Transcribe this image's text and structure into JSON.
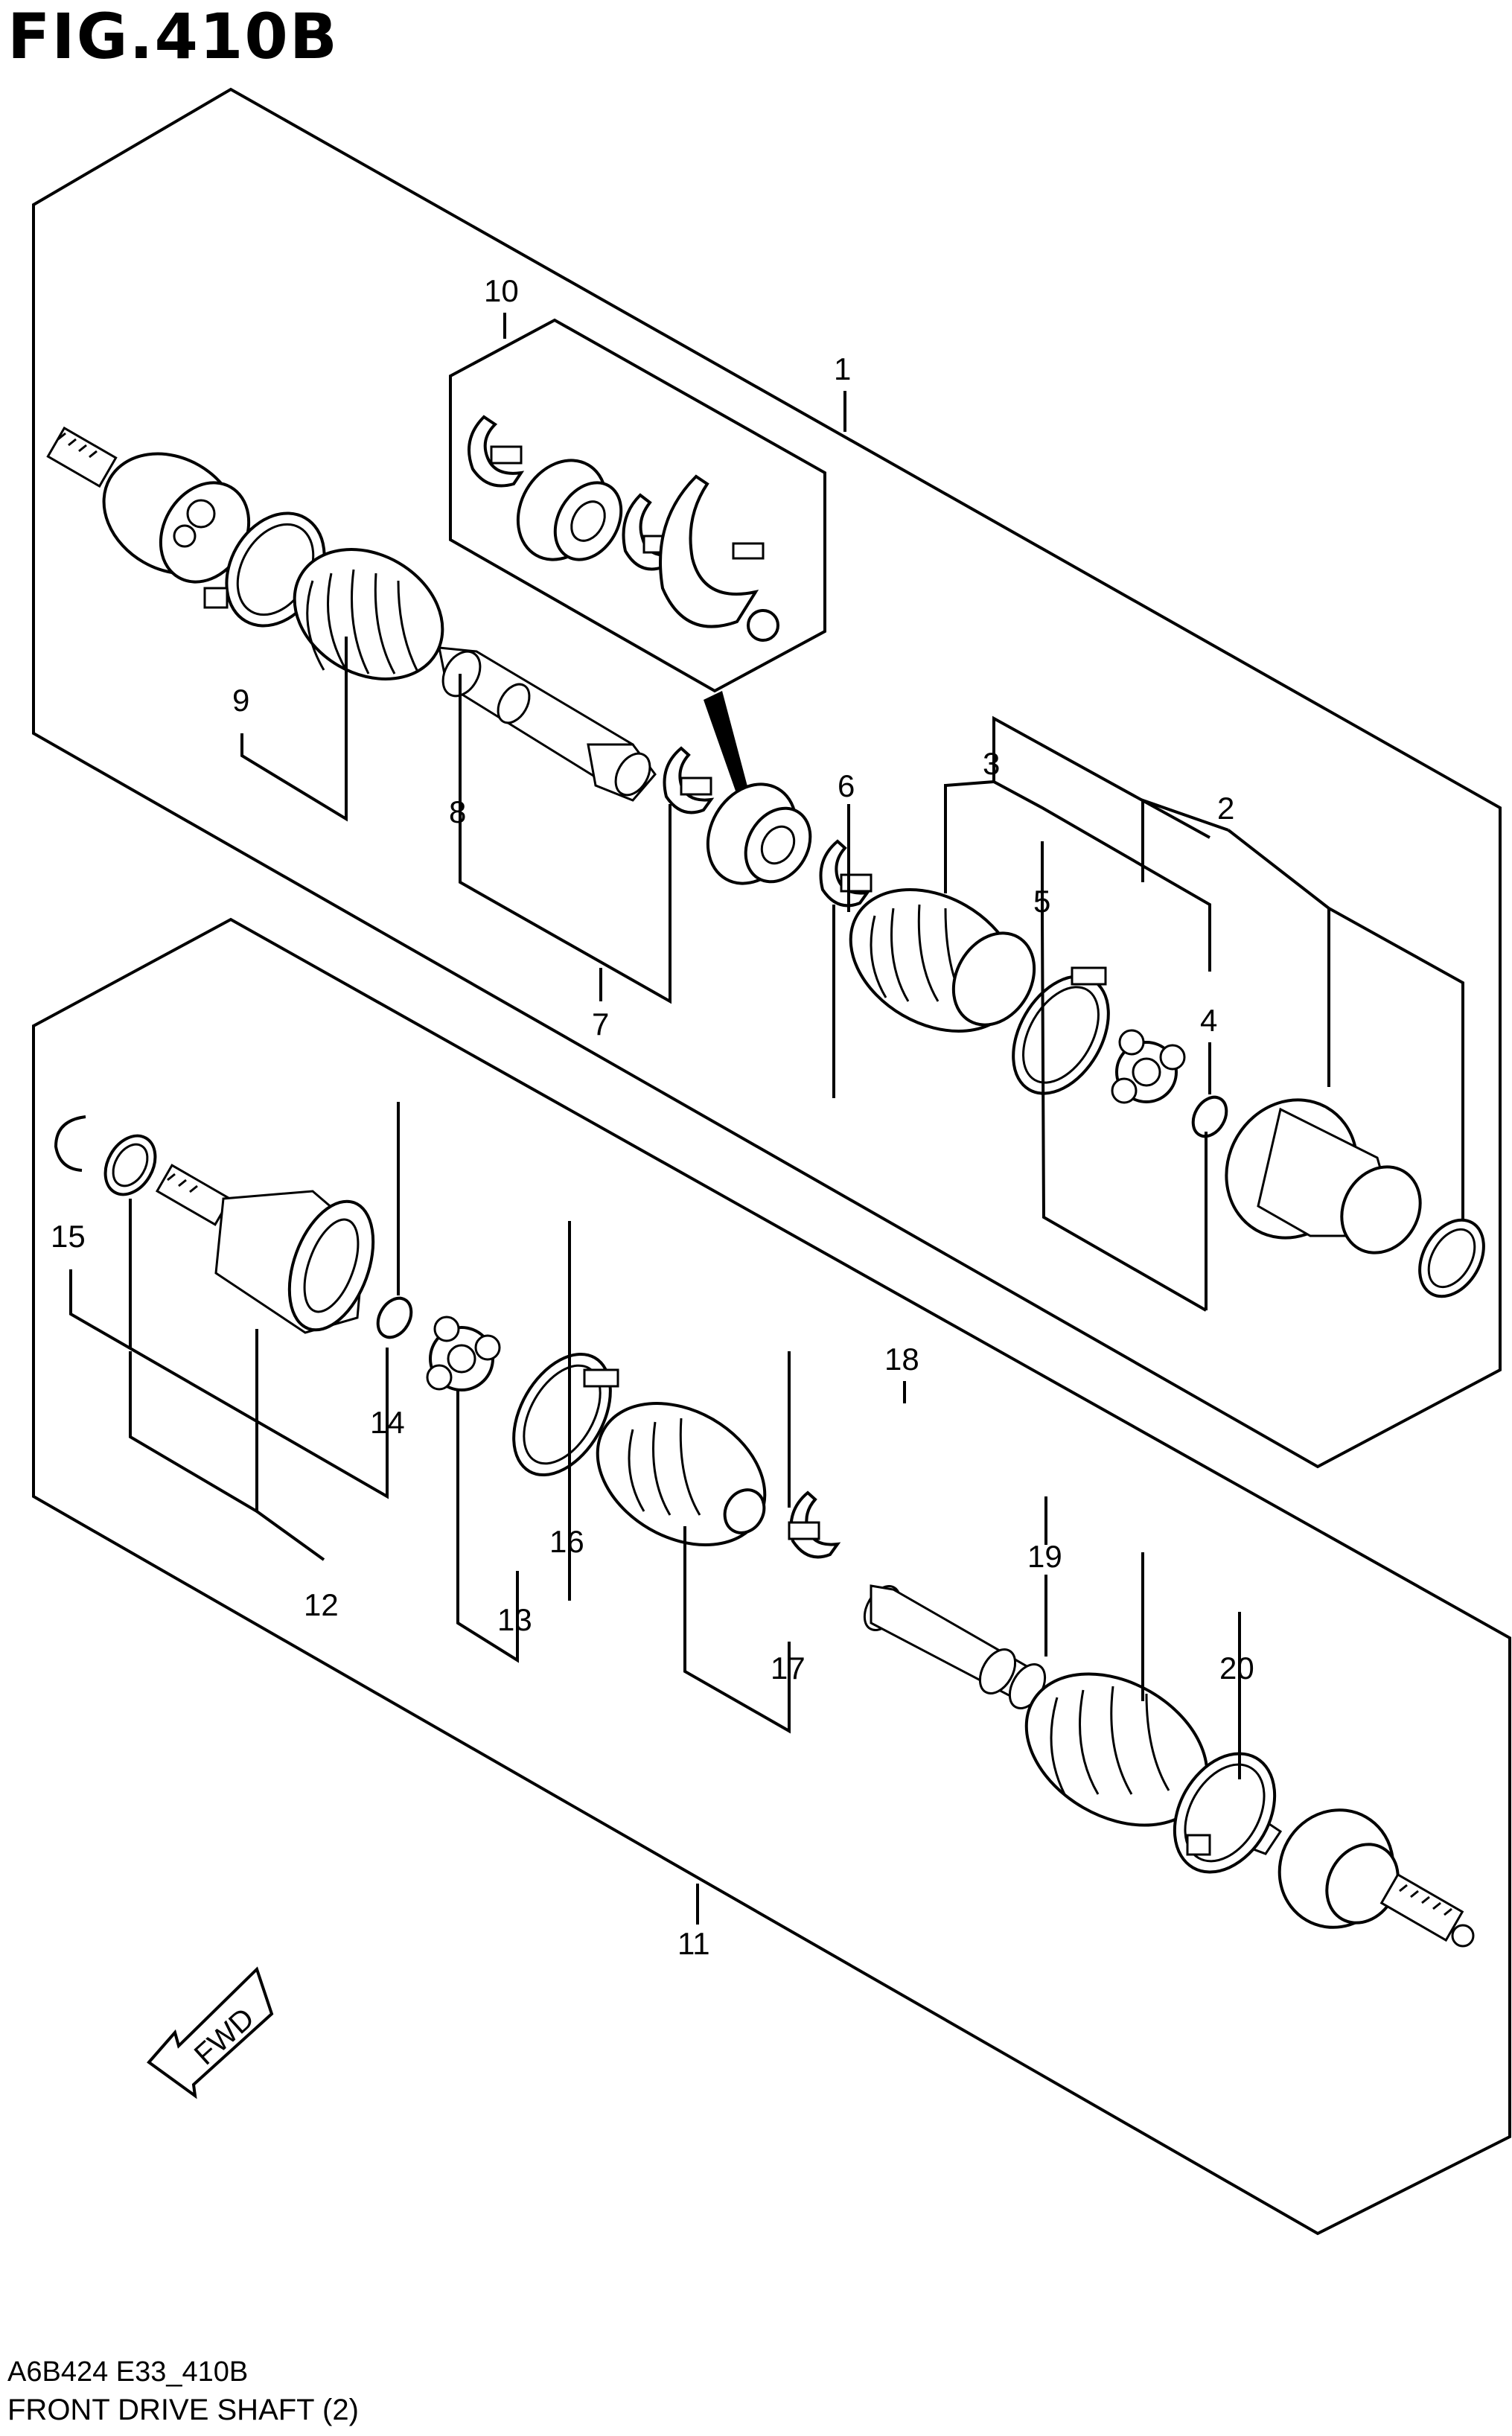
{
  "figure": {
    "title": "FIG.410B",
    "code": "A6B424 E33_410B",
    "name": "FRONT DRIVE SHAFT (2)"
  },
  "callouts": {
    "c1": "1",
    "c2": "2",
    "c3": "3",
    "c4": "4",
    "c5": "5",
    "c6": "6",
    "c7": "7",
    "c8": "8",
    "c9": "9",
    "c10": "10",
    "c11": "11",
    "c12": "12",
    "c13": "13",
    "c14": "14",
    "c15": "15",
    "c16": "16",
    "c17": "17",
    "c18": "18",
    "c19": "19",
    "c20": "20"
  },
  "fwd_label": "FWD"
}
